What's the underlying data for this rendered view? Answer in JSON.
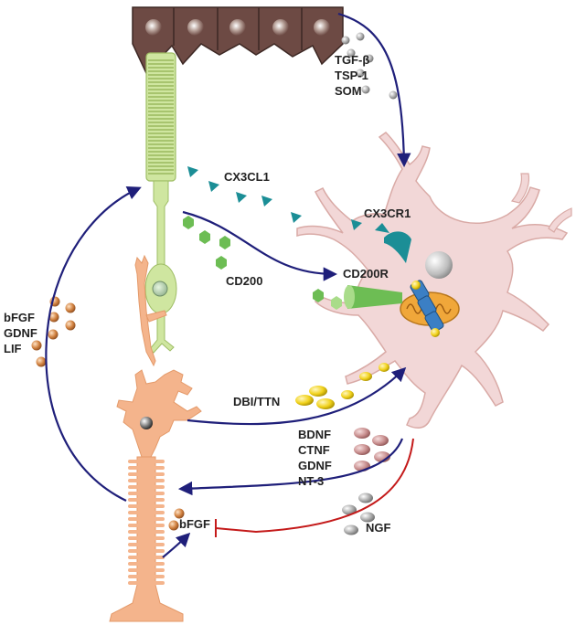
{
  "labels": {
    "tgf": "TGF-β",
    "tsp": "TSP-1",
    "som": "SOM",
    "cx3cl1": "CX3CL1",
    "cx3cr1": "CX3CR1",
    "cd200": "CD200",
    "cd200r": "CD200R",
    "bfgf_left": "bFGF",
    "gdnf_left": "GDNF",
    "lif": "LIF",
    "dbi": "DBI/TTN",
    "bdnf": "BDNF",
    "ctnf": "CTNF",
    "gdnf_right": "GDNF",
    "nt3": "NT-3",
    "bfgf_bottom": "bFGF",
    "ngf": "NGF"
  },
  "colors": {
    "rpe": "#6d4a44",
    "photoreceptor": "#cfe6a0",
    "muller": "#f4b48c",
    "microglia": "#f2d7d7",
    "arrow": "#1f1f7a",
    "inhibit": "#c41a1a",
    "teal": "#1b8e96",
    "green": "#6dbd54",
    "factor_orange": "#c9773a",
    "factor_gray": "#9c9c9c",
    "factor_rose": "#c98f8f",
    "yellow": "#f1d21c"
  }
}
